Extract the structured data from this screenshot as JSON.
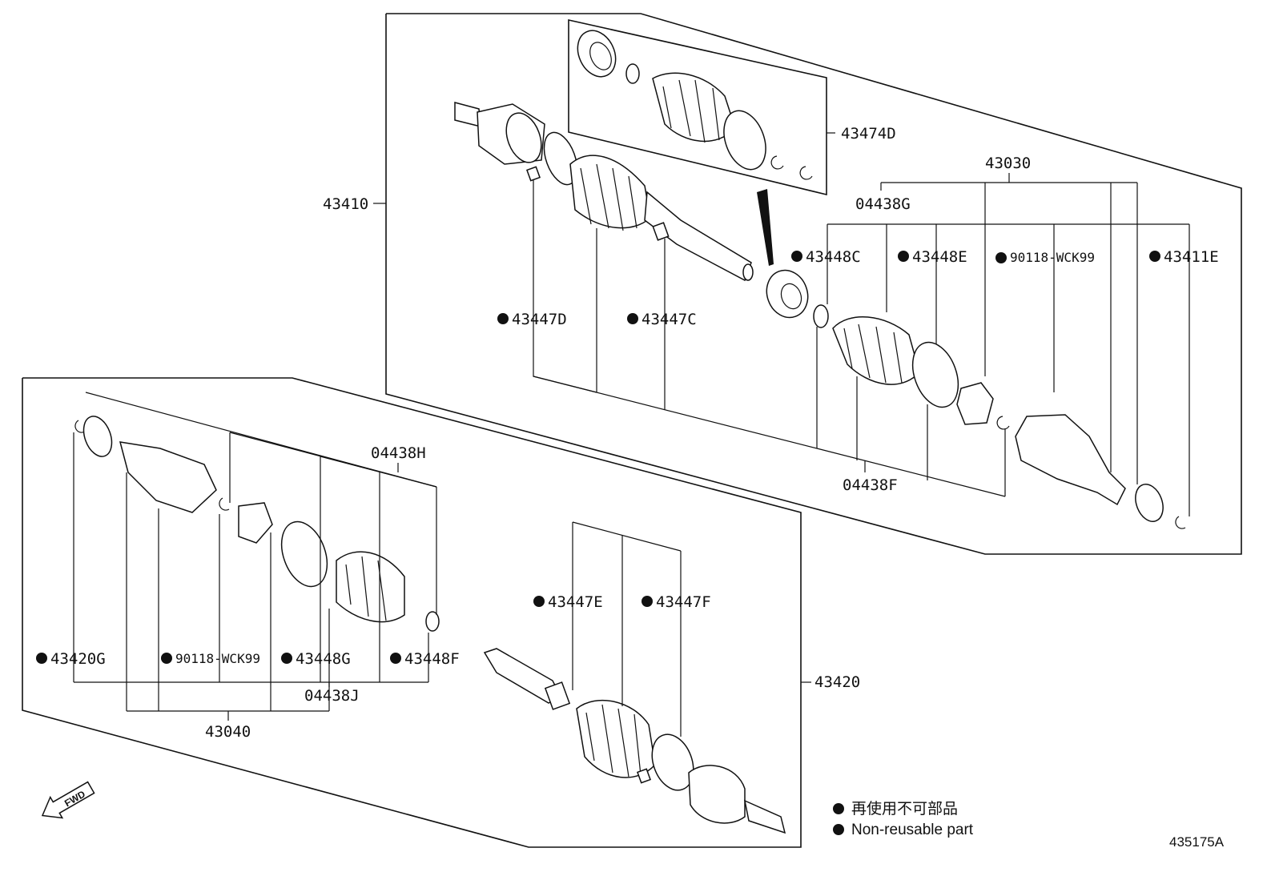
{
  "labels": {
    "p43474D": "43474D",
    "p43030": "43030",
    "p43410": "43410",
    "p04438G": "04438G",
    "p43448C": "43448C",
    "p43448E": "43448E",
    "p90118_top": "90118-WCK99",
    "p43411E": "43411E",
    "p43447D": "43447D",
    "p43447C": "43447C",
    "p04438F": "04438F",
    "p04438H": "04438H",
    "p43447E": "43447E",
    "p43447F": "43447F",
    "p43420G": "43420G",
    "p90118_bottom": "90118-WCK99",
    "p43448G": "43448G",
    "p43448F": "43448F",
    "p04438J": "04438J",
    "p43040": "43040",
    "p43420": "43420"
  },
  "legend": {
    "line_jp": "再使用不可部品",
    "line_en": "Non-reusable part"
  },
  "fwd_label": "FWD",
  "ref_number": "435175A",
  "icons": [
    "non-reusable-dot-icon",
    "fwd-arrow-icon"
  ]
}
